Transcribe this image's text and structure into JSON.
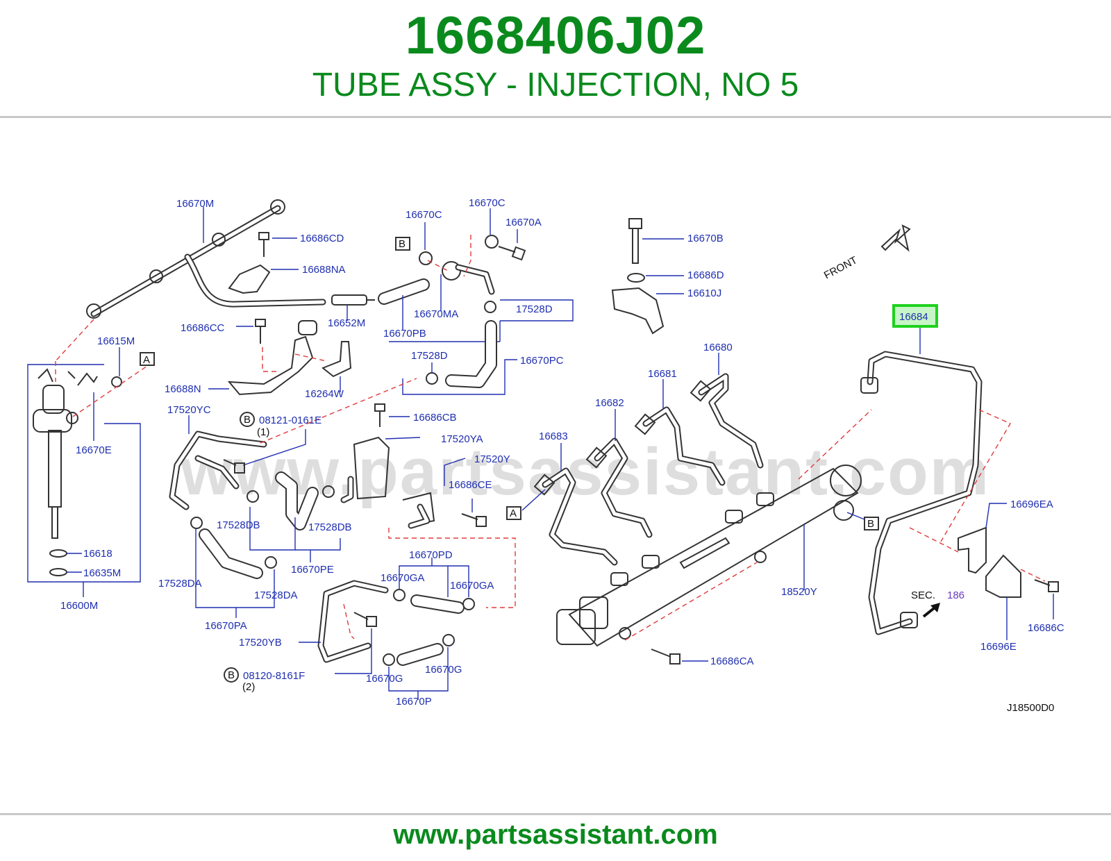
{
  "header": {
    "part_number": "1668406J02",
    "description": "TUBE ASSY - INJECTION, NO 5"
  },
  "footer": {
    "url": "www.partsassistant.com"
  },
  "watermark": "www.partsassistant.com",
  "colors": {
    "brand_green": "#0a8a1d",
    "label_blue": "#1f2fb0",
    "highlight_green": "#1ed11e",
    "dash_red": "#e03a3a"
  },
  "diagram": {
    "drawing_code": "J18500D0",
    "front_label": "FRONT",
    "sec_label": "SEC.",
    "sec_number": "186",
    "highlighted_part": "16684",
    "markers": {
      "a": "A",
      "b": "B"
    },
    "labels": {
      "p16670M": "16670M",
      "p16686CD": "16686CD",
      "p16688NA": "16688NA",
      "p16670C_1": "16670C",
      "p16670C_2": "16670C",
      "p16670A": "16670A",
      "p16670MA": "16670MA",
      "p16652M": "16652M",
      "p16670PB": "16670PB",
      "p17528D_1": "17528D",
      "p17528D_2": "17528D",
      "p16670PC": "16670PC",
      "p16686CC": "16686CC",
      "p16615M": "16615M",
      "p16688N": "16688N",
      "p16264W": "16264W",
      "p16670B": "16670B",
      "p16686D": "16686D",
      "p16610J": "16610J",
      "p16680": "16680",
      "p16681": "16681",
      "p16682": "16682",
      "p16683": "16683",
      "p16670E": "16670E",
      "p17520YC": "17520YC",
      "p08121": "08121-0161E",
      "q1": "(1)",
      "p16686CB": "16686CB",
      "p17520YA": "17520YA",
      "p17520Y": "17520Y",
      "p16686CE": "16686CE",
      "p17528DB_1": "17528DB",
      "p17528DB_2": "17528DB",
      "p16670PE": "16670PE",
      "p16618": "16618",
      "p16635M": "16635M",
      "p16600M": "16600M",
      "p17528DA_1": "17528DA",
      "p17528DA_2": "17528DA",
      "p16670PA": "16670PA",
      "p16670PD": "16670PD",
      "p16670GA_1": "16670GA",
      "p16670GA_2": "16670GA",
      "p17520YB": "17520YB",
      "p08120": "08120-8161F",
      "q2": "(2)",
      "p16670G_1": "16670G",
      "p16670G_2": "16670G",
      "p16670P": "16670P",
      "p18520Y": "18520Y",
      "p16686CA": "16686CA",
      "p16696EA": "16696EA",
      "p16696E": "16696E",
      "p16686C": "16686C"
    }
  }
}
